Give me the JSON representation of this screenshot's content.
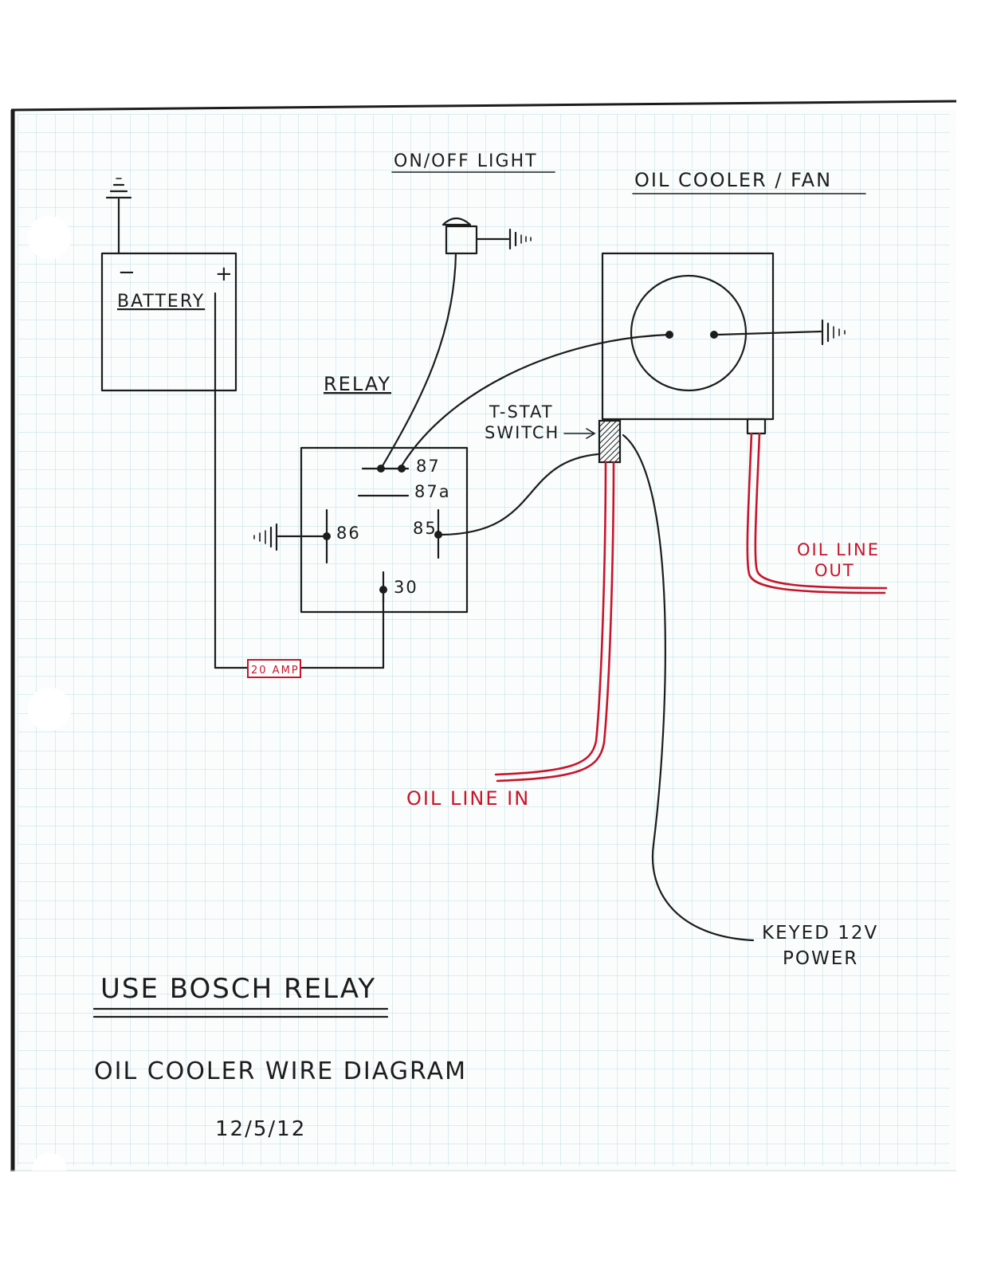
{
  "labels": {
    "light": "ON/OFF LIGHT",
    "fan": "OIL COOLER / FAN",
    "battery": "BATTERY",
    "battery_neg": "−",
    "battery_pos": "+",
    "relay": "RELAY",
    "tstat_1": "T-STAT",
    "tstat_2": "SWITCH",
    "pin_87": "87",
    "pin_87a": "87a",
    "pin_86": "86",
    "pin_85": "85",
    "pin_30": "30",
    "fuse": "20 AMP",
    "oil_in": "OIL LINE IN",
    "oil_out_1": "OIL LINE",
    "oil_out_2": "OUT",
    "keyed_1": "KEYED 12V",
    "keyed_2": "POWER",
    "note": "USE BOSCH RELAY",
    "title": "OIL COOLER WIRE DIAGRAM",
    "date": "12/5/12"
  },
  "colors": {
    "ink": "#1c1c1c",
    "red_ink": "#c8142a",
    "grid": "#b9dde3",
    "paper": "#fbfdfd"
  }
}
